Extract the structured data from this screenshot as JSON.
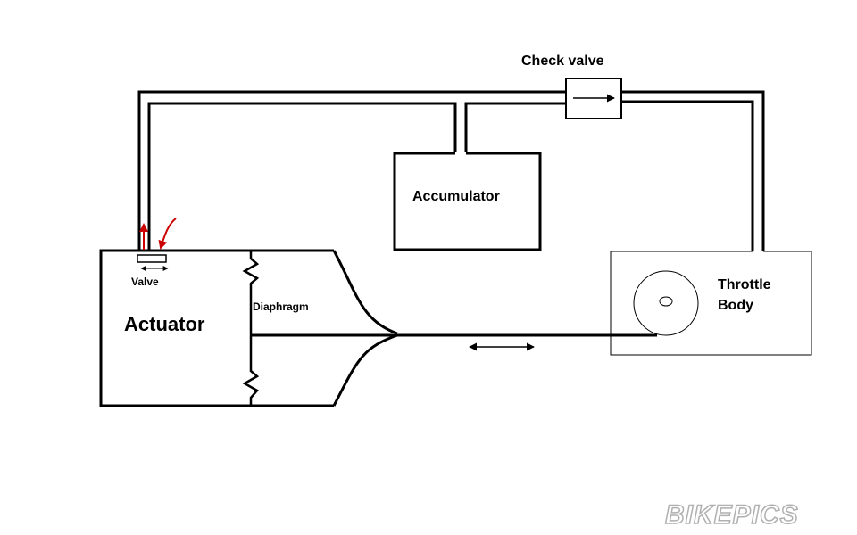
{
  "labels": {
    "check_valve": "Check valve",
    "accumulator": "Accumulator",
    "actuator": "Actuator",
    "valve": "Valve",
    "diaphragm": "Diaphragm",
    "throttle_line1": "Throttle",
    "throttle_line2": "Body"
  },
  "watermark": "BIKEPICS",
  "colors": {
    "line": "#000000",
    "arrow_red": "#cc0000",
    "watermark_stroke": "#b0b0b0"
  }
}
